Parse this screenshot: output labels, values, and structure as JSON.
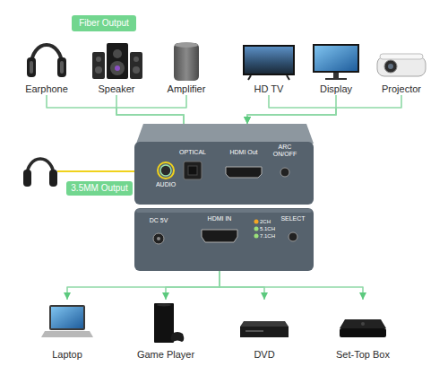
{
  "diagram": {
    "nodes": [
      {
        "text": [
          "Fiber Output"
        ]
      },
      {
        "text": [
          "Earphone"
        ]
      },
      {
        "text": [
          "Speaker"
        ]
      },
      {
        "text": [
          "Amplifier"
        ]
      },
      {
        "text": [
          "HD TV"
        ]
      },
      {
        "text": [
          "Display"
        ]
      },
      {
        "text": [
          "Projector"
        ]
      },
      {
        "text": [
          "OPTICAL",
          "HDMI Out",
          "ARC ON/OFF",
          "AUDIO"
        ]
      },
      {
        "text": [
          "3.5MM Output"
        ]
      },
      {
        "text": [
          "DC 5V",
          "HDMI IN",
          "2CH",
          "5.1CH",
          "7.1CH",
          "SELECT"
        ]
      },
      {
        "text": [
          "Laptop"
        ]
      },
      {
        "text": [
          "Game Player"
        ]
      },
      {
        "text": [
          "DVD"
        ]
      },
      {
        "text": [
          "Set-Top Box"
        ]
      }
    ],
    "edges": [
      {
        "from": 1,
        "to": 7,
        "arrow": "none"
      },
      {
        "from": 2,
        "to": 7,
        "arrow": "none"
      },
      {
        "from": 3,
        "to": 7,
        "arrow": "none"
      },
      {
        "from": 4,
        "to": 7,
        "arrow": "to"
      },
      {
        "from": 5,
        "to": 7,
        "arrow": "to"
      },
      {
        "from": 6,
        "to": 7,
        "arrow": "to"
      },
      {
        "from": 9,
        "to": 10,
        "arrow": "to"
      },
      {
        "from": 9,
        "to": 11,
        "arrow": "to"
      },
      {
        "from": 9,
        "to": 12,
        "arrow": "to"
      },
      {
        "from": 9,
        "to": 13,
        "arrow": "to"
      }
    ]
  }
}
